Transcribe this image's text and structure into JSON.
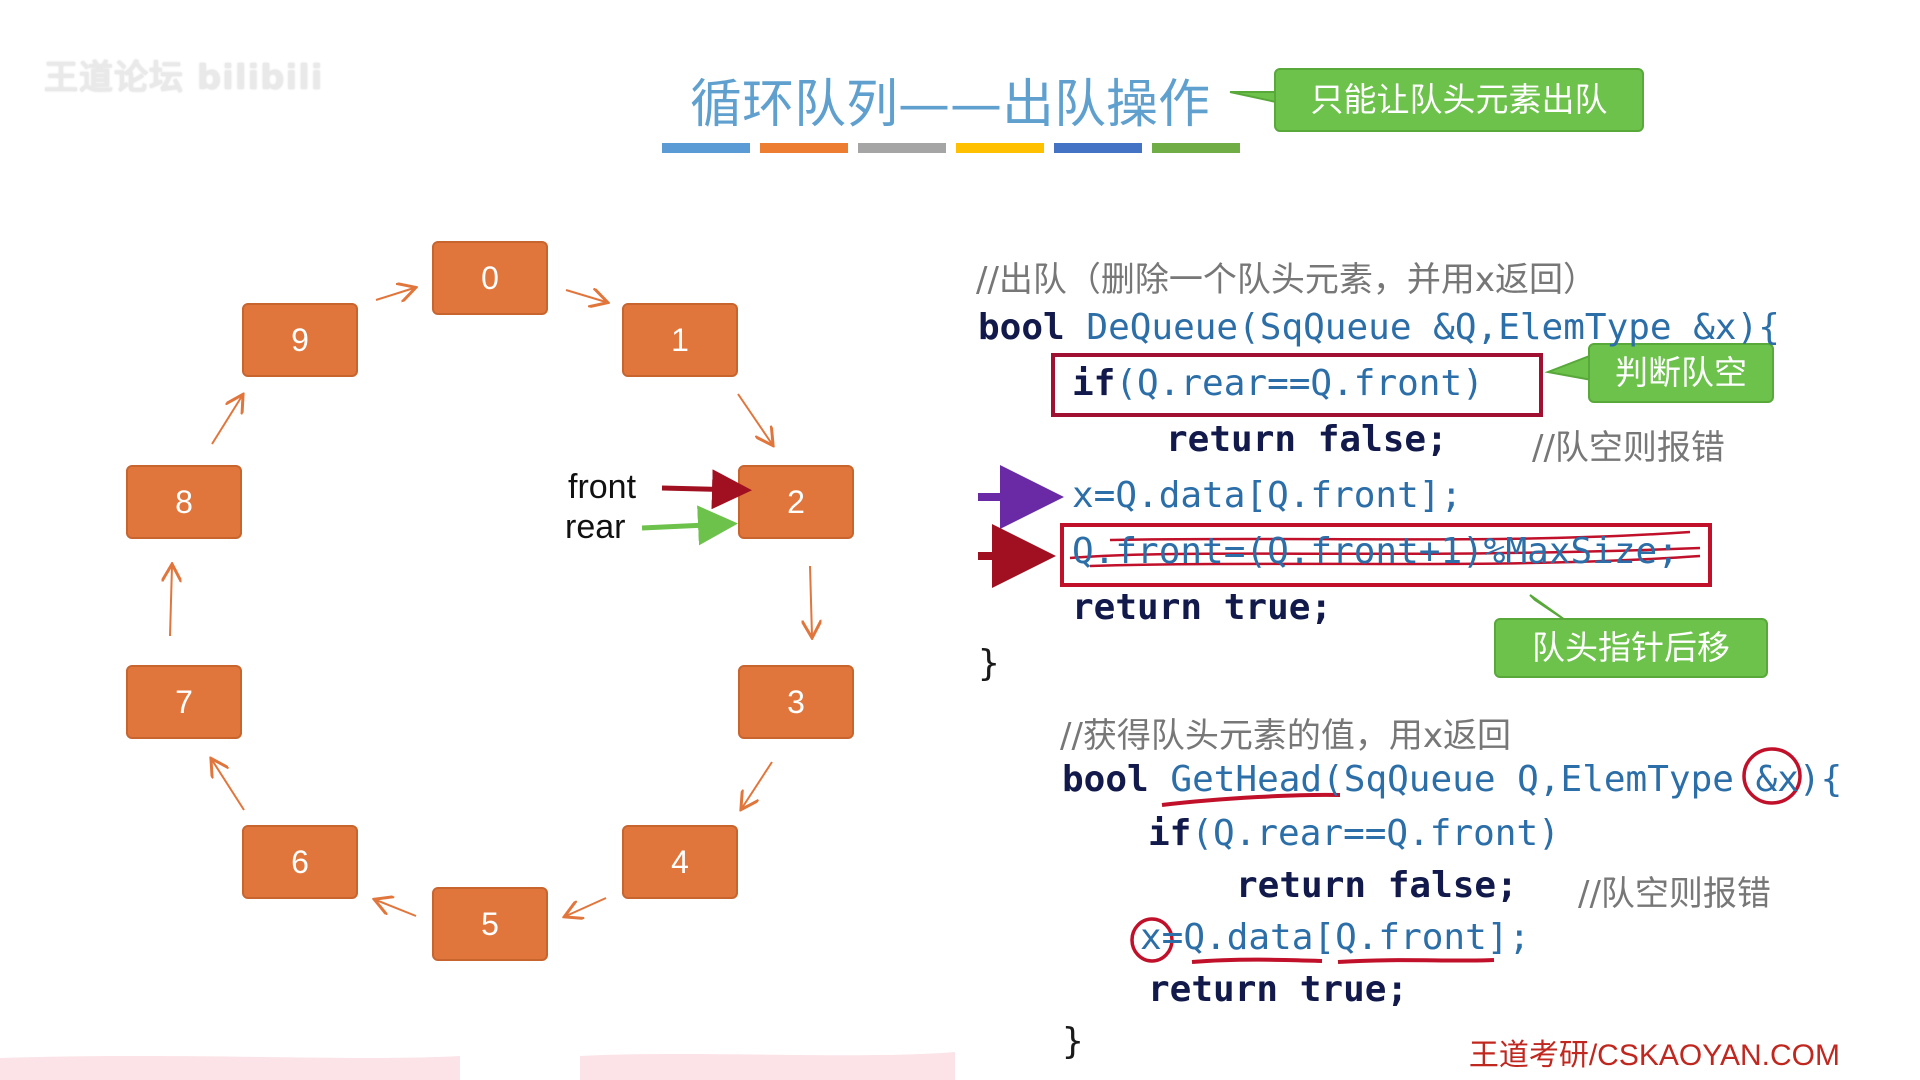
{
  "watermark": "王道论坛 bilibili",
  "slide": {
    "title": "循环队列——出队操作",
    "title_bar_colors": [
      "#5b9bd5",
      "#ed7d31",
      "#a5a5a5",
      "#ffc000",
      "#4472c4",
      "#70ad47"
    ],
    "callout_top": "只能让队头元素出队"
  },
  "diagram": {
    "nodes": [
      "0",
      "1",
      "2",
      "3",
      "4",
      "5",
      "6",
      "7",
      "8",
      "9"
    ],
    "front_label": "front",
    "rear_label": "rear",
    "colors": {
      "node": "#e1763c",
      "front_arrow": "#a01020",
      "rear_arrow": "#6cc24a",
      "ring_arrow": "#e1763c"
    }
  },
  "code_dequeue": {
    "comment": "//出队（删除一个队头元素，并用x返回）",
    "sig_kw": "bool",
    "sig_fn": "DeQueue",
    "sig_rest": "(SqQueue &Q,ElemType &x){",
    "if_kw": "if",
    "if_cond": "(Q.rear==Q.front)",
    "return_false": "return false;",
    "comment_empty": "//队空则报错",
    "assign": "x=Q.data[Q.front];",
    "move_front": "Q.front=(Q.front+1)%MaxSize;",
    "return_true": "return true;",
    "close": "}"
  },
  "callouts": {
    "check_empty": "判断队空",
    "move_head": "队头指针后移"
  },
  "code_gethead": {
    "comment": "//获得队头元素的值，用x返回",
    "sig_kw": "bool",
    "sig_fn": "GetHead",
    "sig_rest": "(SqQueue Q,ElemType &x){",
    "if_kw": "if",
    "if_cond": "(Q.rear==Q.front)",
    "return_false": "return false;",
    "comment_empty": "//队空则报错",
    "assign": "x=Q.data[Q.front];",
    "return_true": "return true;",
    "close": "}"
  },
  "footer": "王道考研/CSKAOYAN.COM"
}
